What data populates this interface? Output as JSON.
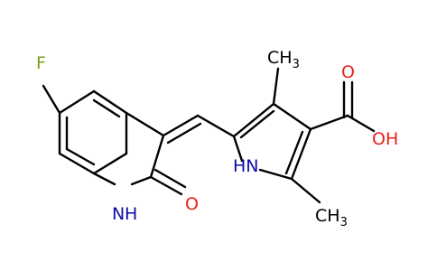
{
  "molecule": {
    "atom_labels": {
      "fluorine": "F",
      "lactam_nh": {
        "main": "N",
        "suffix": "H"
      },
      "lactam_oxygen": "O",
      "pyrrole_nh": {
        "prefix": "H",
        "main": "N"
      },
      "methyl_top": {
        "main": "CH",
        "sub": "3"
      },
      "methyl_bottom": {
        "main": "CH",
        "sub": "3"
      },
      "carbonyl_oxygen": "O",
      "hydroxyl": {
        "main": "OH"
      }
    },
    "colors": {
      "bond": "#000000",
      "oxygen": "#e8211b",
      "nitrogen": "#0b0ba8",
      "fluorine": "#7a9e1a",
      "carbon_label": "#000000",
      "background": "#ffffff"
    }
  }
}
